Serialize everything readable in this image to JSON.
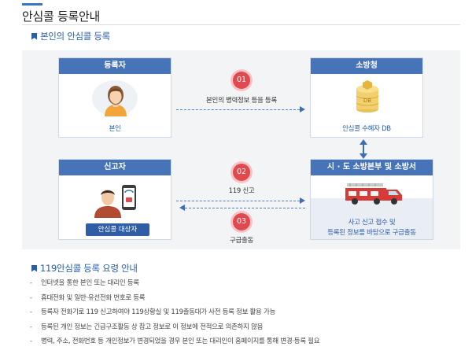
{
  "page": {
    "title": "안심콜 등록안내"
  },
  "section1": {
    "title": "본인의 안심콜 등록"
  },
  "diagram": {
    "registrant": {
      "header": "등록자",
      "caption": "본인"
    },
    "fire_agency": {
      "header": "소방청",
      "caption": "안심콜 수혜자 DB",
      "db_label": "DB"
    },
    "reporter": {
      "header": "신고자",
      "tag": "안심콜 대상자"
    },
    "local_fire": {
      "header": "시 · 도 소방본부 및 소방서",
      "caption_line1": "사고 신고 접수 및",
      "caption_line2": "등록된 정보를 바탕으로 구급출동"
    },
    "steps": [
      {
        "num": "01",
        "label": "본인의 병력정보 등을 등록"
      },
      {
        "num": "02",
        "label": "119 신고"
      },
      {
        "num": "03",
        "label": "구급출동"
      }
    ]
  },
  "section2": {
    "title": "119안심콜 등록 요령 안내",
    "items": [
      "인터넷을 통한 본인 또는 대리인 등록",
      "휴대전화 및 일반·유선전화 번호로 등록",
      "등록자 전화기로 119 신고하여야 119상황실 및 119출동대가 사전 등록 정보 활용 가능",
      "등록된 개인 정보는 긴급구조활동 상 참고 정보로 이 정보에 전적으로 의존하지 않음",
      "병력, 주소, 전화번호 등 개인정보가 변경되었을 경우 본인 또는 대리인이 홈페이지를 통해 변경·등록 필요"
    ]
  },
  "colors": {
    "primary": "#4774b8",
    "step": "#e0494f",
    "accent": "#2b5ea8"
  }
}
